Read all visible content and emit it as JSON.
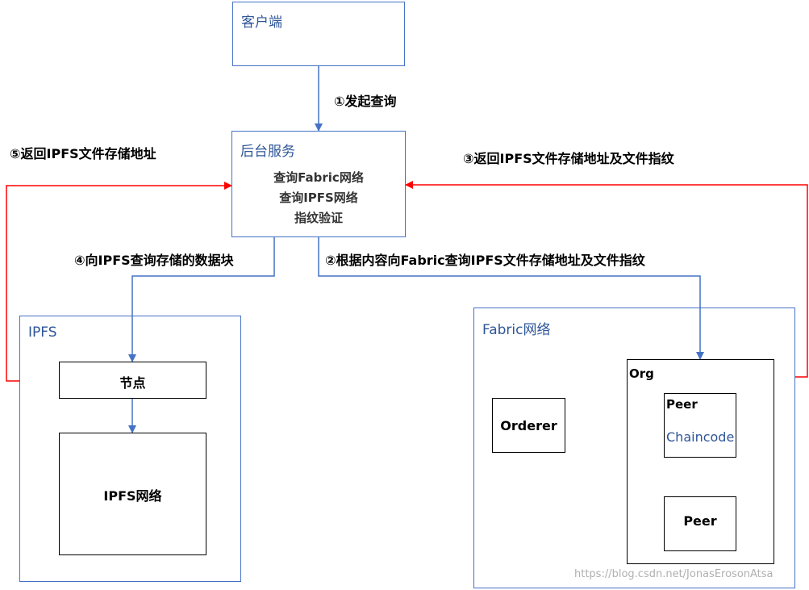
{
  "client": {
    "title": "客户端"
  },
  "backend": {
    "title": "后台服务",
    "lines": [
      "查询Fabric网络",
      "查询IPFS网络",
      "指纹验证"
    ]
  },
  "ipfs": {
    "title": "IPFS",
    "node": "节点",
    "network": "IPFS网络"
  },
  "fabric": {
    "title": "Fabric网络",
    "orderer": "Orderer",
    "org": "Org",
    "peer1": {
      "title": "Peer",
      "chaincode": "Chaincode"
    },
    "peer2": "Peer"
  },
  "arrows": {
    "step1": "①发起查询",
    "step2": "②根据内容向Fabric查询IPFS文件存储地址及文件指纹",
    "step3": "③返回IPFS文件存储地址及文件指纹",
    "step4": "④向IPFS查询存储的数据块",
    "step5": "⑤返回IPFS文件存储地址"
  },
  "colors": {
    "request": "#4472c4",
    "response": "#ff0000",
    "chaincode": "#2e5597"
  },
  "watermark": "https://blog.csdn.net/JonasErosonAtsa"
}
